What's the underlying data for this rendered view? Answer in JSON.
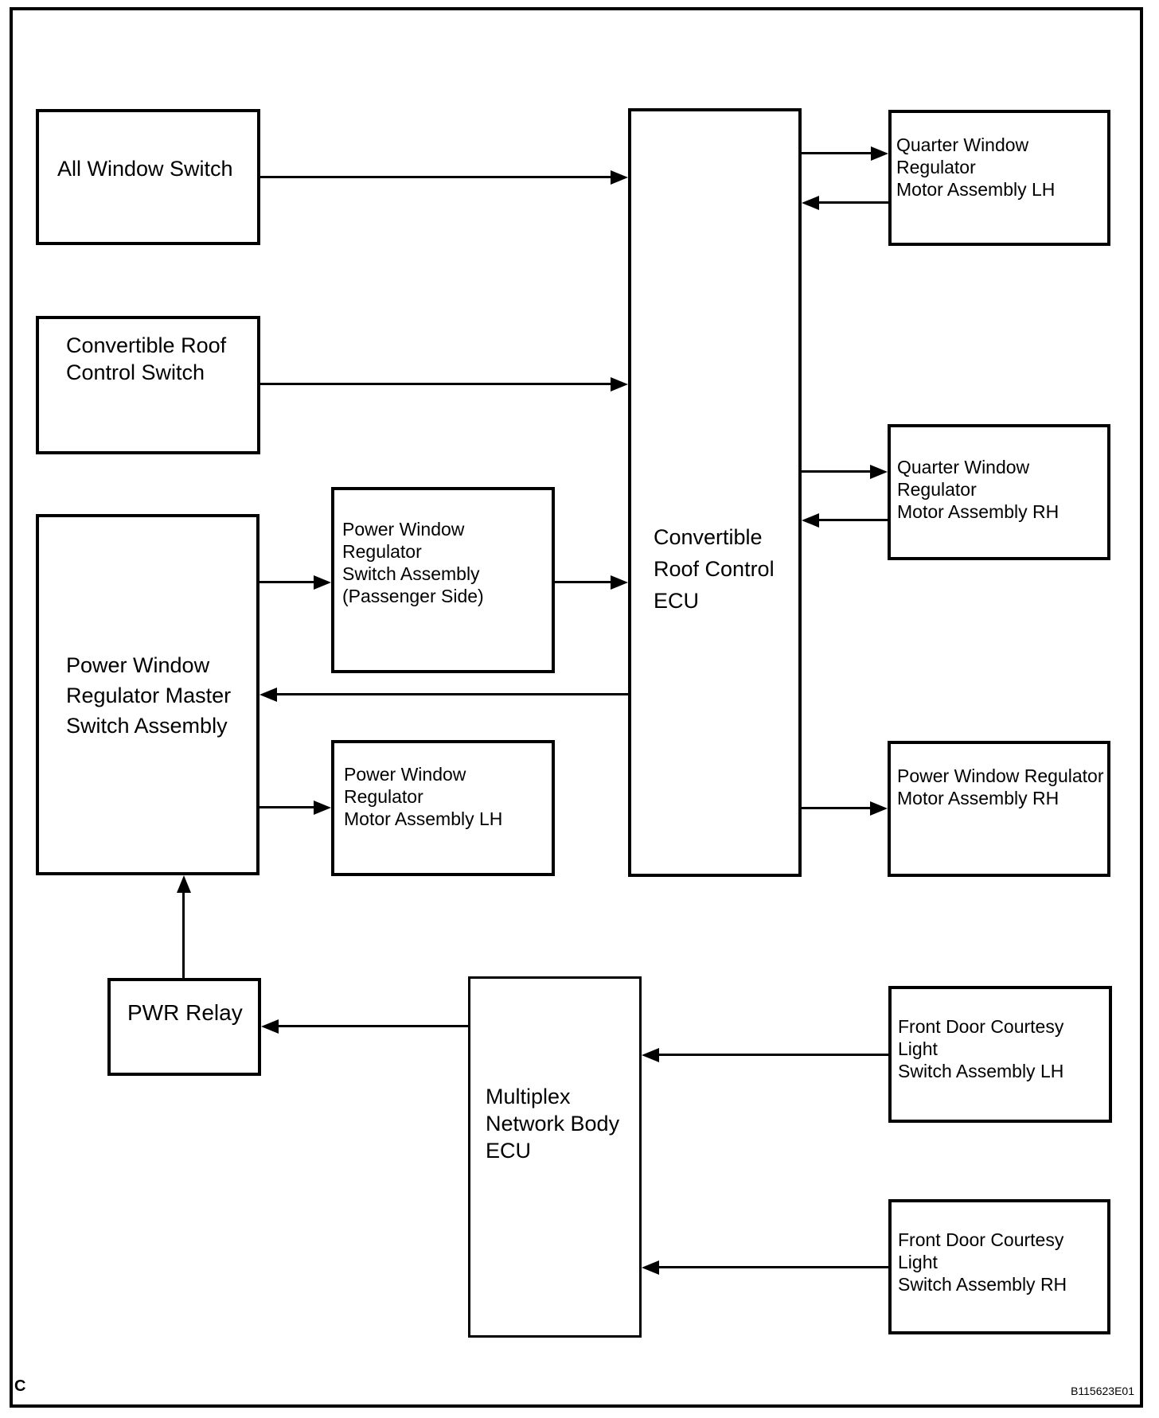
{
  "page": {
    "corner_label": "C",
    "figure_code": "B115623E01"
  },
  "diagram": {
    "type": "block-diagram",
    "nodes": {
      "all_window_switch": {
        "label": "All Window Switch"
      },
      "convertible_roof_control_switch": {
        "label": "Convertible Roof\nControl Switch"
      },
      "power_window_regulator_master_switch_assembly": {
        "label": "Power Window\nRegulator Master\nSwitch Assembly"
      },
      "power_window_regulator_switch_assembly_passenger_side": {
        "label": "Power Window Regulator\nSwitch Assembly\n(Passenger Side)"
      },
      "power_window_regulator_motor_assembly_lh": {
        "label": "Power Window Regulator\nMotor Assembly LH"
      },
      "convertible_roof_control_ecu": {
        "label": "Convertible\nRoof Control\nECU"
      },
      "quarter_window_regulator_motor_assembly_lh": {
        "label": "Quarter Window Regulator\nMotor Assembly LH"
      },
      "quarter_window_regulator_motor_assembly_rh": {
        "label": "Quarter Window Regulator\nMotor Assembly RH"
      },
      "power_window_regulator_motor_assembly_rh": {
        "label": "Power Window Regulator\nMotor Assembly RH"
      },
      "pwr_relay": {
        "label": "PWR Relay"
      },
      "multiplex_network_body_ecu": {
        "label": "Multiplex\nNetwork Body\nECU"
      },
      "front_door_courtesy_light_switch_assembly_lh": {
        "label": "Front Door Courtesy Light\nSwitch Assembly LH"
      },
      "front_door_courtesy_light_switch_assembly_rh": {
        "label": "Front Door Courtesy Light\nSwitch Assembly RH"
      }
    },
    "edges": [
      {
        "from": "all_window_switch",
        "to": "convertible_roof_control_ecu"
      },
      {
        "from": "convertible_roof_control_switch",
        "to": "convertible_roof_control_ecu"
      },
      {
        "from": "power_window_regulator_master_switch_assembly",
        "to": "power_window_regulator_switch_assembly_passenger_side"
      },
      {
        "from": "power_window_regulator_switch_assembly_passenger_side",
        "to": "convertible_roof_control_ecu"
      },
      {
        "from": "convertible_roof_control_ecu",
        "to": "power_window_regulator_master_switch_assembly"
      },
      {
        "from": "power_window_regulator_master_switch_assembly",
        "to": "power_window_regulator_motor_assembly_lh"
      },
      {
        "from": "convertible_roof_control_ecu",
        "to": "quarter_window_regulator_motor_assembly_lh"
      },
      {
        "from": "quarter_window_regulator_motor_assembly_lh",
        "to": "convertible_roof_control_ecu"
      },
      {
        "from": "convertible_roof_control_ecu",
        "to": "quarter_window_regulator_motor_assembly_rh"
      },
      {
        "from": "quarter_window_regulator_motor_assembly_rh",
        "to": "convertible_roof_control_ecu"
      },
      {
        "from": "convertible_roof_control_ecu",
        "to": "power_window_regulator_motor_assembly_rh"
      },
      {
        "from": "pwr_relay",
        "to": "power_window_regulator_master_switch_assembly"
      },
      {
        "from": "multiplex_network_body_ecu",
        "to": "pwr_relay"
      },
      {
        "from": "front_door_courtesy_light_switch_assembly_lh",
        "to": "multiplex_network_body_ecu"
      },
      {
        "from": "front_door_courtesy_light_switch_assembly_rh",
        "to": "multiplex_network_body_ecu"
      }
    ]
  }
}
